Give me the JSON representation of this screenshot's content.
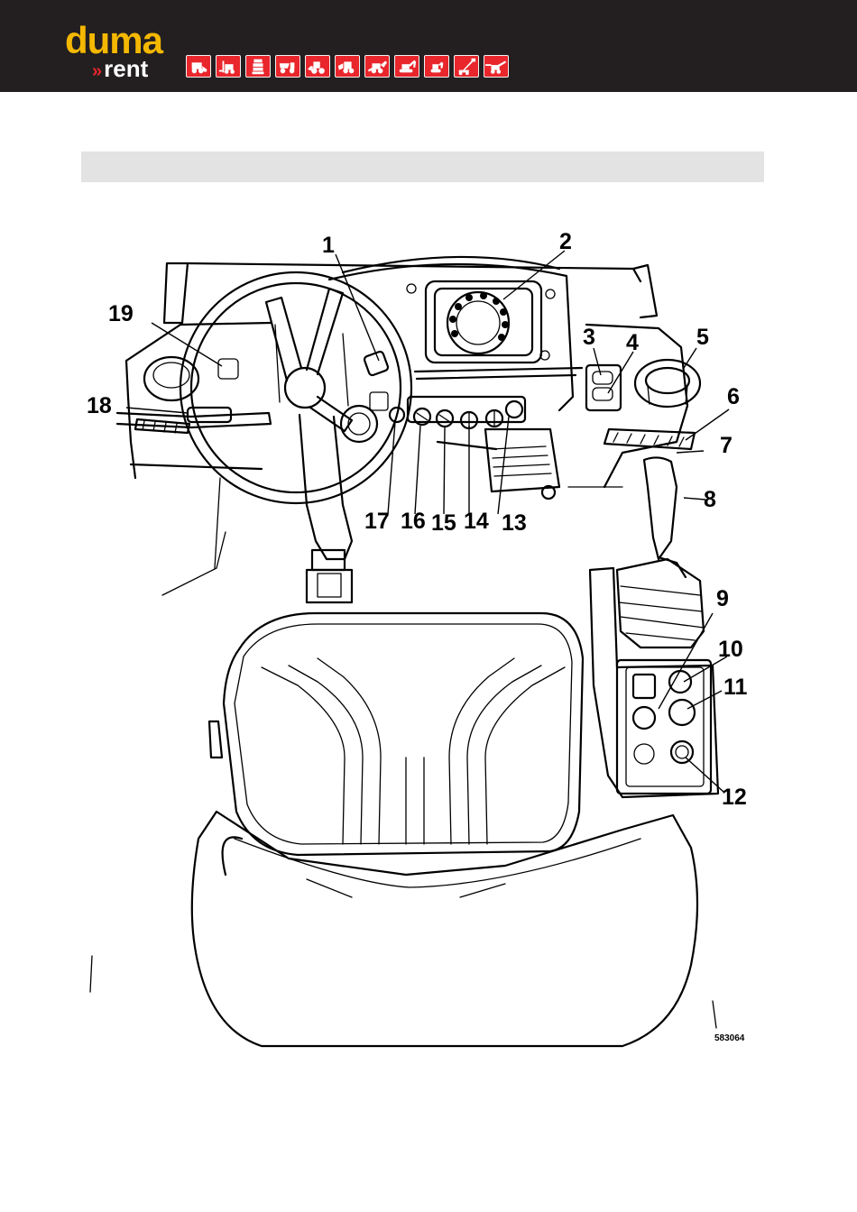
{
  "header": {
    "logo_top": "duma",
    "logo_chevron": "»",
    "logo_bottom": "rent",
    "machine_icons": [
      "compact-loader-icon",
      "forklift-icon",
      "compactor-icon",
      "dumper-icon",
      "wheel-loader-icon",
      "skid-steer-icon",
      "backhoe-icon",
      "excavator-icon",
      "mini-excavator-icon",
      "boom-lift-icon",
      "telehandler-icon"
    ],
    "colors": {
      "background": "#231f20",
      "brand_yellow": "#f5b800",
      "brand_red": "#e8262c"
    }
  },
  "title_bar": {
    "text": ""
  },
  "figure": {
    "id": "583064",
    "callouts": [
      "1",
      "2",
      "3",
      "4",
      "5",
      "6",
      "7",
      "8",
      "9",
      "10",
      "11",
      "12",
      "13",
      "14",
      "15",
      "16",
      "17",
      "18",
      "19"
    ]
  }
}
